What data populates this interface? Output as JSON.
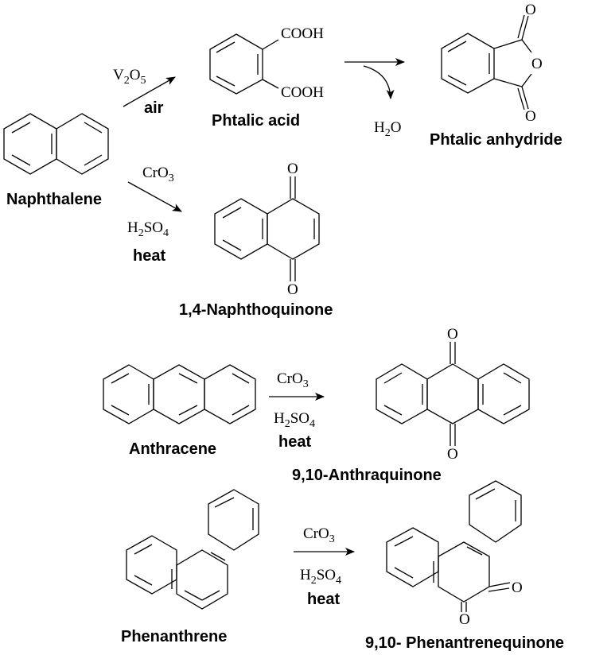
{
  "reactions": [
    {
      "reactant": "Naphthalene",
      "reagents_above": {
        "main": "V",
        "sub1": "2",
        "mid": "O",
        "sub2": "5"
      },
      "reagent_below": "air",
      "product": "Phtalic acid",
      "product_groups": [
        "COOH",
        "COOH"
      ]
    },
    {
      "reactant": "Phtalic acid",
      "byproduct": {
        "main": "H",
        "sub": "2",
        "tail": "O"
      },
      "product": "Phtalic anhydride",
      "atoms": [
        "O",
        "O",
        "O"
      ]
    },
    {
      "reactant": "Naphthalene",
      "reagents_above": {
        "main": "CrO",
        "sub": "3"
      },
      "reagents_below": {
        "main": "H",
        "sub1": "2",
        "mid": "SO",
        "sub2": "4"
      },
      "condition": "heat",
      "product": "1,4-Naphthoquinone",
      "atoms": [
        "O",
        "O"
      ]
    },
    {
      "reactant": "Anthracene",
      "reagents_above": {
        "main": "CrO",
        "sub": "3"
      },
      "reagents_below": {
        "main": "H",
        "sub1": "2",
        "mid": "SO",
        "sub2": "4"
      },
      "condition": "heat",
      "product": "9,10-Anthraquinone",
      "atoms": [
        "O",
        "O"
      ]
    },
    {
      "reactant": "Phenanthrene",
      "reagents_above": {
        "main": "CrO",
        "sub": "3"
      },
      "reagents_below": {
        "main": "H",
        "sub1": "2",
        "mid": "SO",
        "sub2": "4"
      },
      "condition": "heat",
      "product": "9,10- Phenantrenequinone",
      "atoms": [
        "O",
        "O"
      ]
    }
  ]
}
